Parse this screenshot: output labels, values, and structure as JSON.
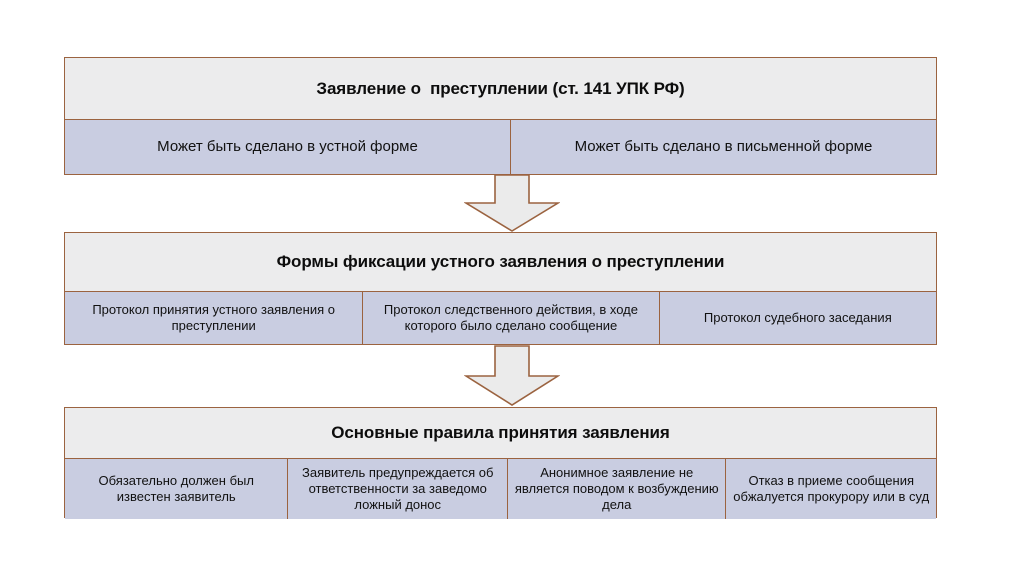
{
  "page": {
    "background_color": "#ffffff",
    "border_color": "#9b6340",
    "header_fill": "#ececed",
    "cell_fill": "#c9cde1",
    "arrow_fill": "#ebebeb",
    "text_color": "#0d0d0d"
  },
  "blocks": [
    {
      "id": "statement-about-crime",
      "header": "Заявление о  преступлении (ст. 141 УПК РФ)",
      "cells": [
        "Может быть сделано в устной форме",
        "Может быть сделано в письменной форме"
      ]
    },
    {
      "id": "forms-of-fixation",
      "header": "Формы фиксации устного заявления о преступлении",
      "cells": [
        "Протокол принятия устного заявления о преступлении",
        "Протокол следственного действия, в ходе которого было сделано сообщение",
        "Протокол судебного заседания"
      ]
    },
    {
      "id": "basic-rules",
      "header": "Основные правила принятия заявления",
      "cells": [
        "Обязательно должен был известен заявитель",
        "Заявитель предупреждается об ответственности за заведомо ложный донос",
        "Анонимное заявление не является поводом к возбуждению дела",
        "Отказ в приеме сообщения обжалуется прокурору или в суд"
      ]
    }
  ],
  "connectors": [
    {
      "id": "arrow-1",
      "direction": "down"
    },
    {
      "id": "arrow-2",
      "direction": "down"
    }
  ]
}
